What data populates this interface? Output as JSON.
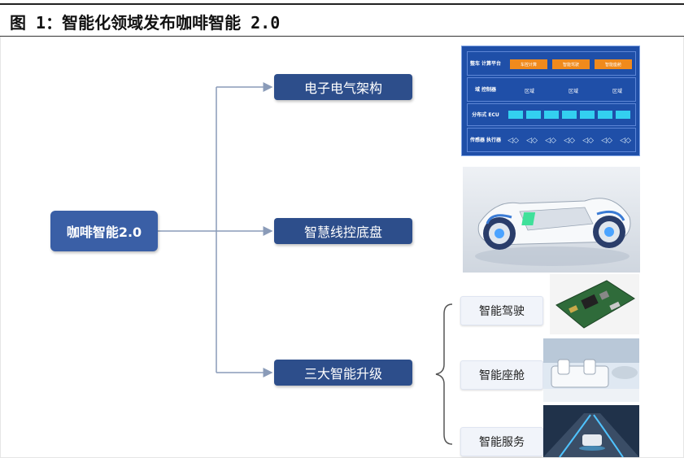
{
  "figure": {
    "title": "图 1：智能化领域发布咖啡智能 2.0"
  },
  "root": {
    "label": "咖啡智能2.0"
  },
  "branches": [
    {
      "label": "电子电气架构"
    },
    {
      "label": "智慧线控底盘"
    },
    {
      "label": "三大智能升级"
    }
  ],
  "upgrades": [
    {
      "label": "智能驾驶"
    },
    {
      "label": "智能座舱"
    },
    {
      "label": "智能服务"
    }
  ],
  "architecture": {
    "rows": [
      {
        "label": "整车 计算平台"
      },
      {
        "label": "域 控制器"
      },
      {
        "label": "分布式 ECU"
      },
      {
        "label": "传感器 执行器"
      }
    ],
    "compute_chips": [
      "车控计算",
      "智能驾驶",
      "智能座舱"
    ],
    "zones": [
      "区域",
      "区域",
      "区域"
    ]
  },
  "colors": {
    "box": "#2d4e8b",
    "root": "#3a5fa6",
    "line": "#8a9bb8",
    "arch_bg": "#1f4fa8",
    "chip_orange": "#f08a1c",
    "chip_cyan": "#33d0f0"
  }
}
